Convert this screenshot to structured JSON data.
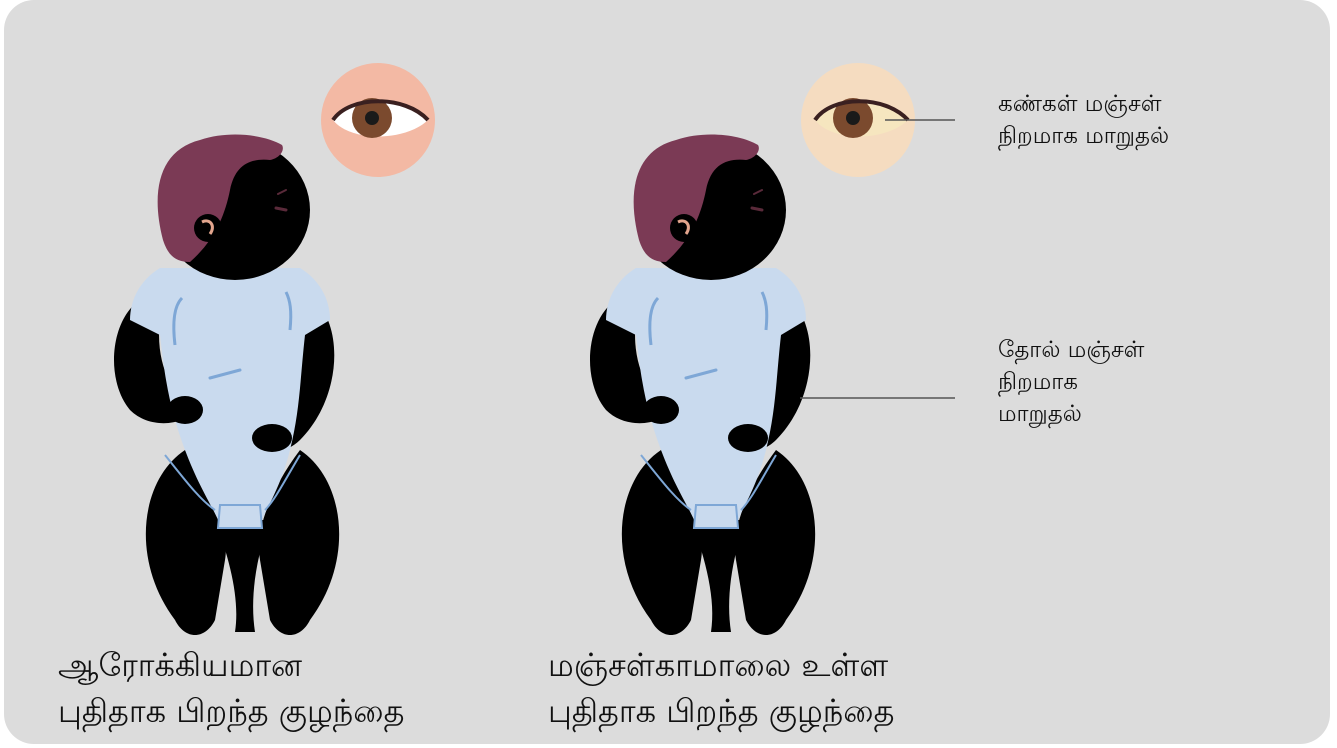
{
  "colors": {
    "background": "#dcdcdc",
    "healthy_skin": "#f3b9a4",
    "jaundice_skin": "#f5dcc0",
    "hair": "#7b3a55",
    "onesie": "#c9daee",
    "onesie_line": "#7ea7d6",
    "iris": "#7b4a2e",
    "sclera_jaundice": "#f6e6bf",
    "pointer_line": "#555555"
  },
  "icons": {
    "healthy_baby": "healthy-baby-illustration",
    "jaundice_baby": "jaundiced-baby-illustration",
    "healthy_eye": "healthy-eye-icon",
    "jaundice_eye": "jaundiced-eye-icon"
  },
  "labels": {
    "eyes_line1": "கண்கள் மஞ்சள்",
    "eyes_line2": "நிறமாக மாறுதல்",
    "skin_line1": "தோல் மஞ்சள்",
    "skin_line2": "நிறமாக",
    "skin_line3": "மாறுதல்"
  },
  "captions": {
    "healthy_line1": "ஆரோக்கியமான",
    "healthy_line2": "புதிதாக பிறந்த குழந்தை",
    "jaundice_line1": "மஞ்சள்காமாலை உள்ள",
    "jaundice_line2": "புதிதாக பிறந்த குழந்தை"
  }
}
